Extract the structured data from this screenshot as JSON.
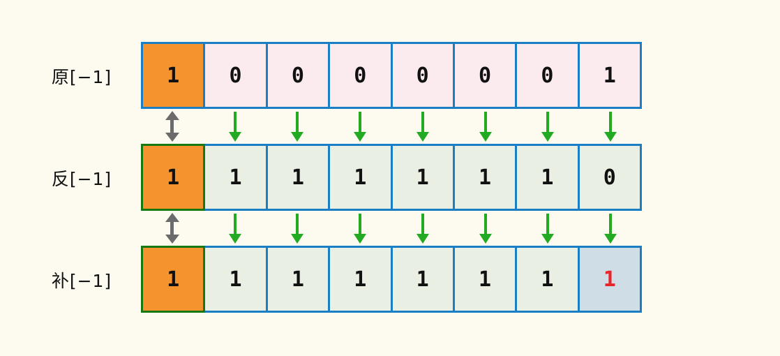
{
  "background_color": "#fdfaf0",
  "colors": {
    "cell_border_blue": "#1a7ec4",
    "cell_border_green": "#16780f",
    "sign_bit_orange": "#f5942e",
    "row1_fill_pink": "#fbebef",
    "row2_fill_green": "#e9f0e3",
    "highlight_fill_blue": "#cedde6",
    "highlight_text_red": "#e8252a",
    "arrow_green": "#22aa22",
    "arrow_gray": "#6b6b6b"
  },
  "rows": [
    {
      "label": "原[−1]",
      "fill": "pink",
      "first_cell_border": "blue",
      "bits": [
        "1",
        "0",
        "0",
        "0",
        "0",
        "0",
        "0",
        "1"
      ]
    },
    {
      "label": "反[−1]",
      "fill": "green",
      "first_cell_border": "green",
      "bits": [
        "1",
        "1",
        "1",
        "1",
        "1",
        "1",
        "1",
        "0"
      ]
    },
    {
      "label": "补[−1]",
      "fill": "green",
      "first_cell_border": "green",
      "bits": [
        "1",
        "1",
        "1",
        "1",
        "1",
        "1",
        "1",
        "1"
      ],
      "highlight_index": 7
    }
  ],
  "arrows": {
    "gap1": {
      "sign_arrow": "double-headed-gray-arrow",
      "bit_arrow": "down-green-arrow",
      "columns": 8
    },
    "gap2": {
      "sign_arrow": "double-headed-gray-arrow",
      "bit_arrow": "down-green-arrow",
      "columns": 8
    }
  }
}
